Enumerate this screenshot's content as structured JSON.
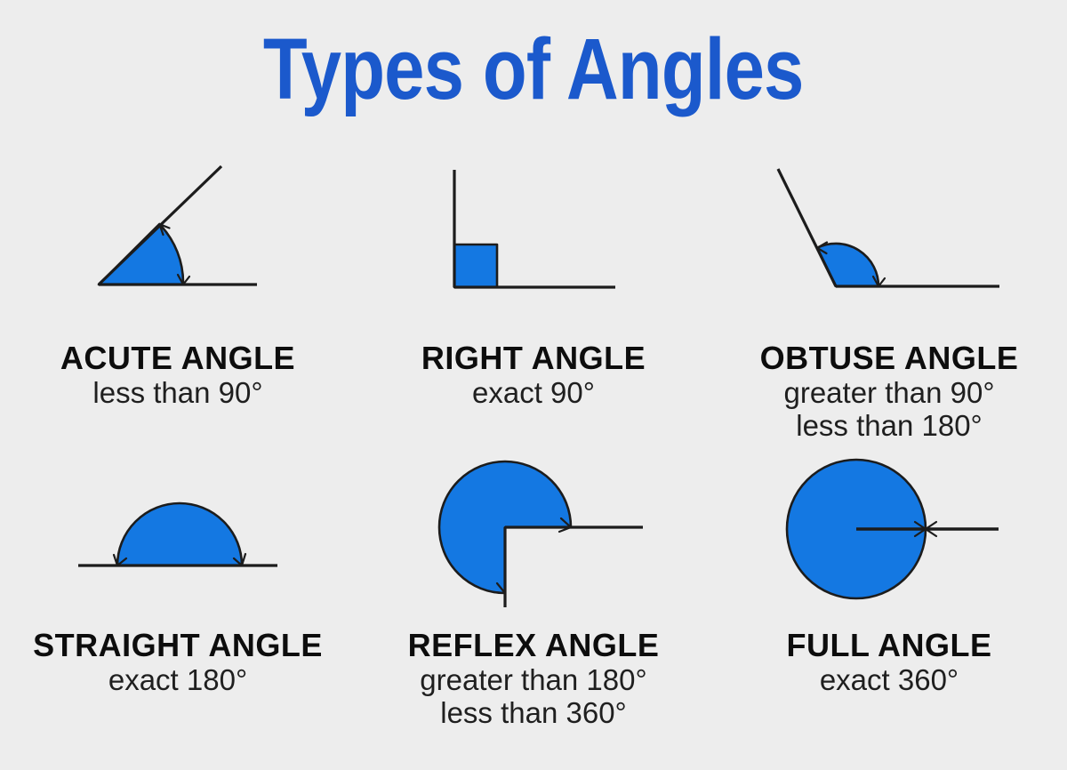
{
  "title": "Types of Angles",
  "colors": {
    "background": "#ededed",
    "title_blue": "#1b59cc",
    "shape_blue": "#1478e2",
    "line_dark": "#1c1c1c",
    "heading_text": "#0d0d0d",
    "description_text": "#1f1f1f"
  },
  "angles": [
    {
      "name": "ACUTE ANGLE",
      "description": [
        "less than 90°"
      ]
    },
    {
      "name": "RIGHT ANGLE",
      "description": [
        "exact 90°"
      ]
    },
    {
      "name": "OBTUSE ANGLE",
      "description": [
        "greater than 90°",
        "less than 180°"
      ]
    },
    {
      "name": "STRAIGHT ANGLE",
      "description": [
        "exact 180°"
      ]
    },
    {
      "name": "REFLEX ANGLE",
      "description": [
        "greater than 180°",
        "less than 360°"
      ]
    },
    {
      "name": "FULL ANGLE",
      "description": [
        "exact 360°"
      ]
    }
  ]
}
